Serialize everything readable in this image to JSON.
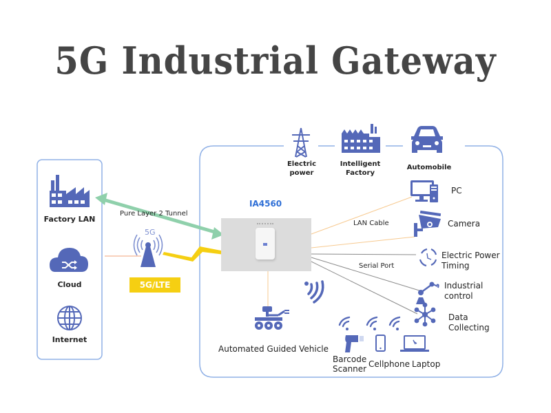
{
  "title": "5G Industrial Gateway",
  "colors": {
    "icon_blue": "#5468b8",
    "frame_blue": "#8fb0e6",
    "title_gray": "#454545",
    "lte_yellow": "#f5cf12",
    "tunnel_green": "#8fd0ab",
    "lan_orange": "#f7c98f",
    "serial_gray": "#8a8a8a",
    "model_blue": "#2f6fd6"
  },
  "left_panel": {
    "items": [
      {
        "label": "Factory LAN",
        "icon": "factory-icon"
      },
      {
        "label": "Cloud",
        "icon": "cloud-shuffle-icon"
      },
      {
        "label": "Internet",
        "icon": "globe-icon"
      }
    ]
  },
  "network": {
    "tunnel_label": "Pure Layer 2 Tunnel",
    "tower_label": "5G",
    "lte_badge": "5G/LTE"
  },
  "gateway": {
    "model": "IA4560"
  },
  "top_row": {
    "items": [
      {
        "label_line1": "Electric",
        "label_line2": "power",
        "icon": "power-tower-icon"
      },
      {
        "label_line1": "Intelligent",
        "label_line2": "Factory",
        "icon": "factory-icon"
      },
      {
        "label_line1": "Automobile",
        "label_line2": "",
        "icon": "car-icon"
      }
    ]
  },
  "connections": {
    "lan_label": "LAN Cable",
    "serial_label": "Serial Port"
  },
  "right_devices": [
    {
      "label_line1": "PC",
      "label_line2": "",
      "icon": "pc-icon"
    },
    {
      "label_line1": "Camera",
      "label_line2": "",
      "icon": "camera-icon"
    },
    {
      "label_line1": "Electric Power",
      "label_line2": "Timing",
      "icon": "clock-cycle-icon"
    },
    {
      "label_line1": "Industrial",
      "label_line2": "control",
      "icon": "robot-arm-icon"
    },
    {
      "label_line1": "Data",
      "label_line2": "Collecting",
      "icon": "hub-icon"
    }
  ],
  "bottom_devices": [
    {
      "label": "Automated Guided Vehicle",
      "icon": "agv-icon"
    },
    {
      "label_line1": "Barcode",
      "label_line2": "Scanner",
      "icon": "barcode-scanner-icon"
    },
    {
      "label": "Cellphone",
      "icon": "cellphone-icon"
    },
    {
      "label": "Laptop",
      "icon": "laptop-icon"
    }
  ]
}
